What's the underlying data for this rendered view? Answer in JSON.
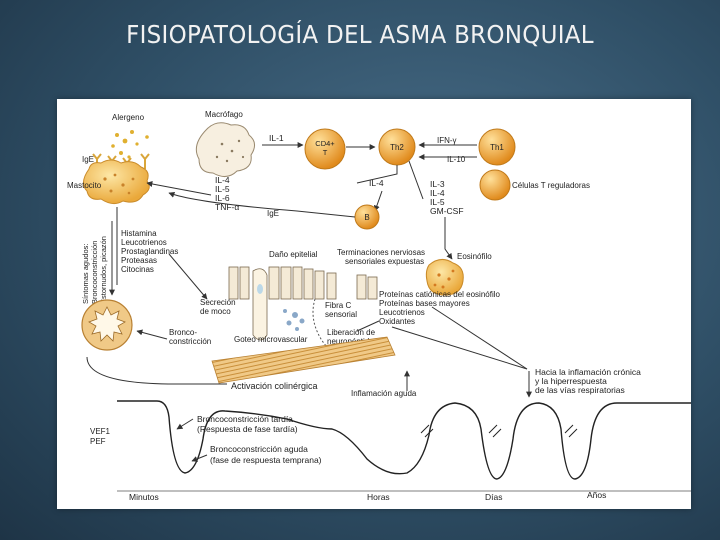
{
  "title": "FISIOPATOLOGÍA DEL ASMA BRONQUIAL",
  "diagram": {
    "alergeno": "Alergeno",
    "macrofago": "Macrófago",
    "ige_top": "IgE",
    "mastocito": "Mastocito",
    "il1": "IL-1",
    "cd4": "CD4+",
    "cd4_t": "T",
    "th2": "Th2",
    "th1": "Th1",
    "ifn": "IFN-γ",
    "il10": "IL-10",
    "celulas_reg": "Células T reguladoras",
    "il4_mid": "IL-4",
    "left_cytokines": [
      "IL-4",
      "IL-5",
      "IL-6",
      "TNF-α"
    ],
    "right_cytokines": [
      "IL-3",
      "IL-4",
      "IL-5",
      "GM-CSF"
    ],
    "b_cell": "B",
    "ige_mid": "IgE",
    "mediators": [
      "Histamina",
      "Leucotrienos",
      "Prostaglandinas",
      "Proteasas",
      "Citocinas"
    ],
    "sintomas": [
      "Síntomas agudos:",
      "Broncoconstricción",
      "Estornudos, picazón"
    ],
    "dano_epitelial": "Daño epitelial",
    "terminaciones": [
      "Terminaciones nerviosas",
      "sensoriales expuestas"
    ],
    "eosinofilo": "Eosinófilo",
    "eos_products": [
      "Proteínas catiónicas del eosinófilo",
      "Proteínas bases mayores",
      "Leucotrienos",
      "Oxidantes"
    ],
    "secrecion": [
      "Secreción",
      "de moco"
    ],
    "fibra_c": [
      "Fibra C",
      "sensorial"
    ],
    "liberacion": [
      "Liberación de",
      "neuropéptidos"
    ],
    "goteo": "Goteo microvascular",
    "bronco": [
      "Bronco-",
      "constricción"
    ],
    "activacion": "Activación colinérgica",
    "inflamacion": "Inflamación aguda",
    "cronica": [
      "Hacia la inflamación crónica",
      "y la hiperrespuesta",
      "de las vías respiratorias"
    ],
    "tardia": [
      "Broncoconstricción tardía",
      "(Respuesta de fase tardía)"
    ],
    "aguda": [
      "Broncoconstricción aguda",
      "(fase de respuesta temprana)"
    ],
    "vef": [
      "VEF1",
      "PEF"
    ],
    "time_axis": [
      "Minutos",
      "Horas",
      "Días",
      "Años"
    ]
  },
  "colors": {
    "background": "#2f4f66",
    "title": "#f2f2f2",
    "cell_yellow": "#f6c24a",
    "cell_orange": "#e79a2a",
    "muscle": "#e7b869",
    "line": "#333333"
  }
}
